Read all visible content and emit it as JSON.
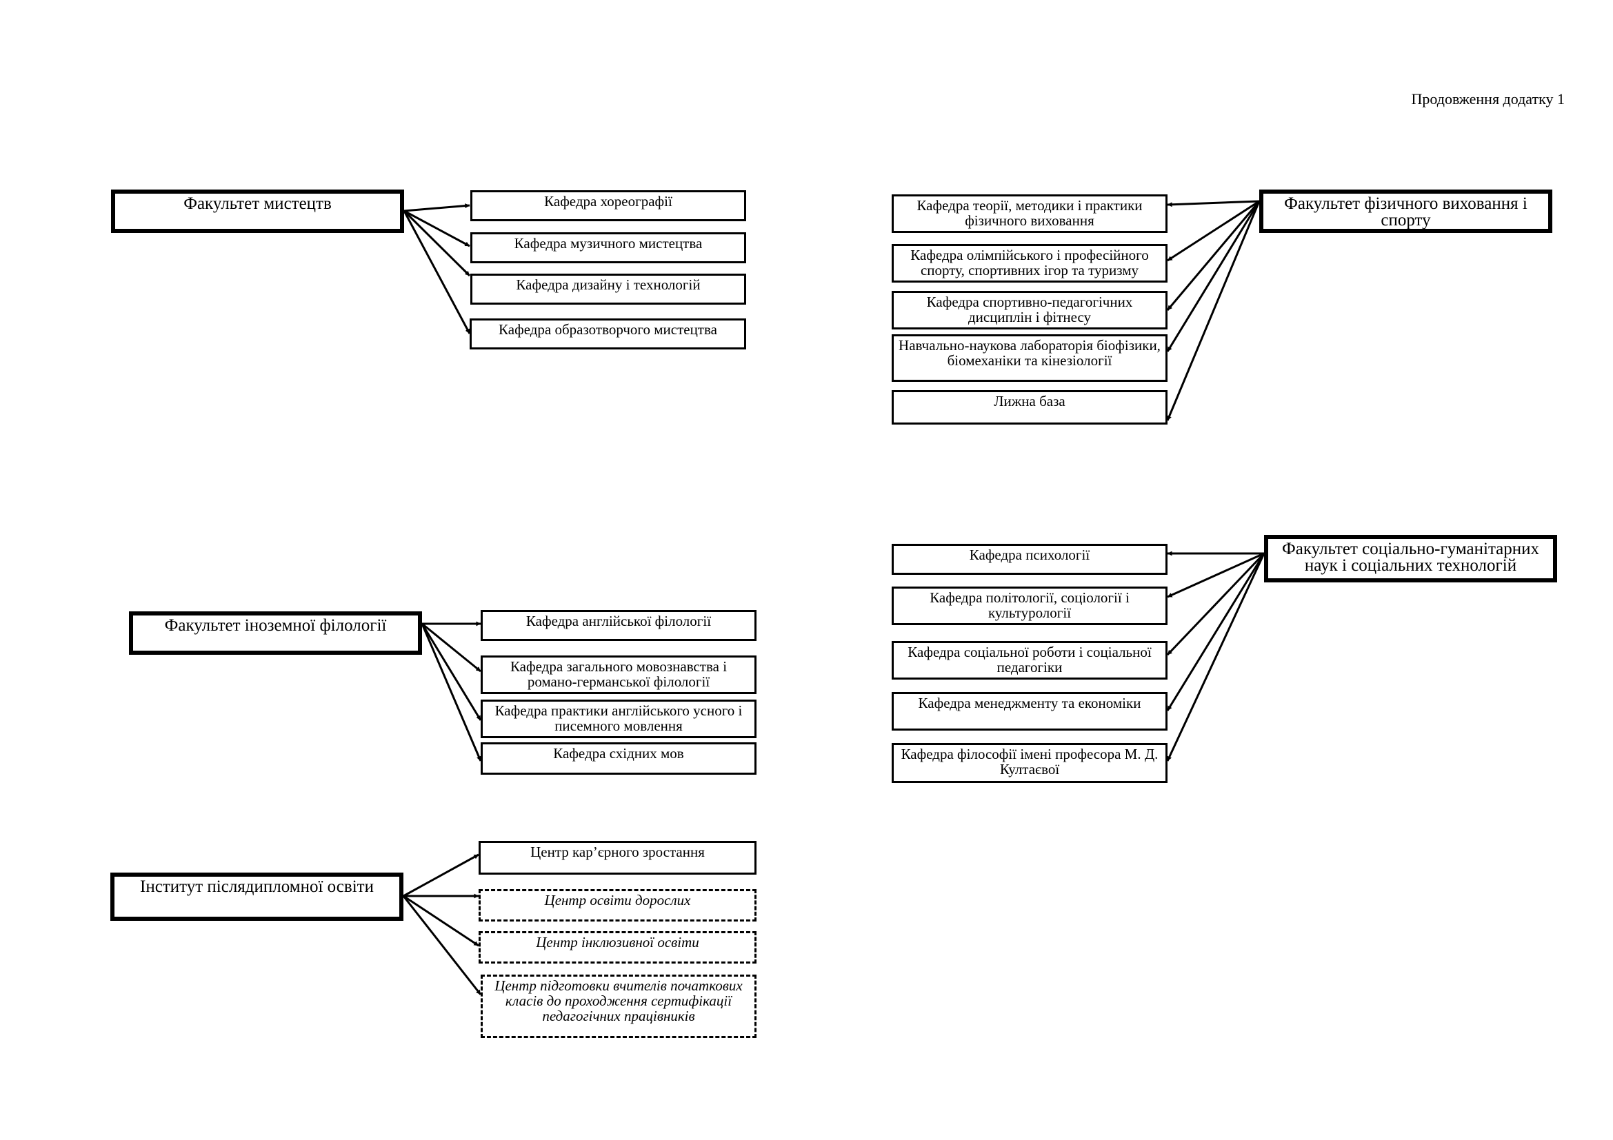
{
  "header": "Продовження додатку 1",
  "groups": [
    {
      "parent": "Факультет мистецтв",
      "children": [
        {
          "label": "Кафедра хореографії",
          "dashed": false
        },
        {
          "label": "Кафедра музичного мистецтва",
          "dashed": false
        },
        {
          "label": "Кафедра дизайну і технологій",
          "dashed": false
        },
        {
          "label": "Кафедра образотворчого мистецтва",
          "dashed": false
        }
      ]
    },
    {
      "parent": "Факультет фізичного виховання і спорту",
      "children": [
        {
          "label": "Кафедра теорії, методики і практики фізичного виховання",
          "dashed": false
        },
        {
          "label": "Кафедра олімпійського і професійного спорту, спортивних ігор та туризму",
          "dashed": false
        },
        {
          "label": "Кафедра спортивно-педагогічних дисциплін і фітнесу",
          "dashed": false
        },
        {
          "label": "Навчально-наукова лабораторія біофізики, біомеханіки та кінезіології",
          "dashed": false
        },
        {
          "label": "Лижна база",
          "dashed": false
        }
      ]
    },
    {
      "parent": "Факультет іноземної філології",
      "children": [
        {
          "label": "Кафедра англійської філології",
          "dashed": false
        },
        {
          "label": "Кафедра загального мовознавства і романо-германської філології",
          "dashed": false
        },
        {
          "label": "Кафедра практики англійського усного і писемного мовлення",
          "dashed": false
        },
        {
          "label": "Кафедра східних мов",
          "dashed": false
        }
      ]
    },
    {
      "parent": "Факультет соціально-гуманітарних наук і соціальних технологій",
      "children": [
        {
          "label": "Кафедра психології",
          "dashed": false
        },
        {
          "label": "Кафедра політології, соціології і культурології",
          "dashed": false
        },
        {
          "label": "Кафедра соціальної роботи і соціальної педагогіки",
          "dashed": false
        },
        {
          "label": "Кафедра менеджменту та економіки",
          "dashed": false
        },
        {
          "label": "Кафедра філософії імені професора М. Д. Култаєвої",
          "dashed": false
        }
      ]
    },
    {
      "parent": "Інститут післядипломної освіти",
      "children": [
        {
          "label": "Центр кар’єрного зростання",
          "dashed": false
        },
        {
          "label": "Центр освіти дорослих",
          "dashed": true
        },
        {
          "label": "Центр інклюзивної освіти",
          "dashed": true
        },
        {
          "label": "Центр підготовки вчителів початкових класів до проходження сертифікації педагогічних працівників",
          "dashed": true
        }
      ]
    }
  ]
}
